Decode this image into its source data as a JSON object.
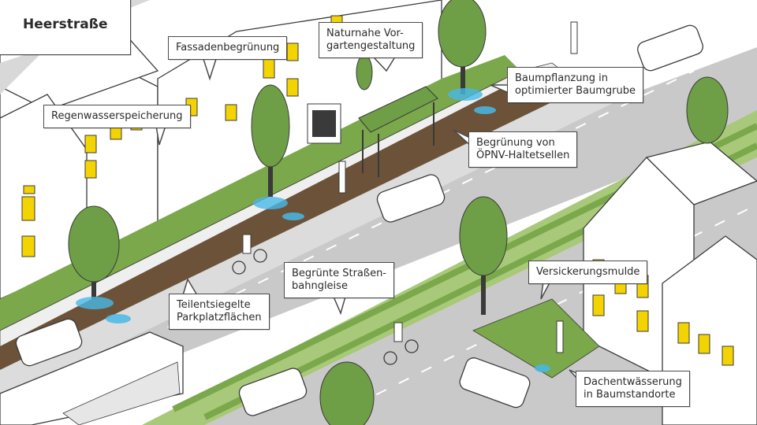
{
  "title": "Heerstraße",
  "colors": {
    "road": "#c9c9c9",
    "road_dark": "#b5b5b5",
    "sidewalk": "#efefef",
    "grass": "#7aa84a",
    "tree": "#6e9e45",
    "tree_dark": "#4f7c33",
    "soil": "#6b5238",
    "water": "#48b8e6",
    "window": "#f4d400",
    "building": "#ffffff",
    "outline": "#3a3a3a",
    "roof_grey": "#d8d8d8"
  },
  "callouts": [
    {
      "id": "fassadenbegruenung",
      "lines": [
        "Fassadenbegrünung"
      ]
    },
    {
      "id": "regenwasserspeicherung",
      "lines": [
        "Regenwasserspeicherung"
      ]
    },
    {
      "id": "vorgartengestaltung",
      "lines": [
        "Naturnahe Vor-",
        "gartengestaltung"
      ]
    },
    {
      "id": "baumpflanzung",
      "lines": [
        "Baumpflanzung in",
        "optimierter Baumgrube"
      ]
    },
    {
      "id": "oepnv",
      "lines": [
        "Begrünung von",
        "ÖPNV-Haltetsellen"
      ]
    },
    {
      "id": "strassenbahn",
      "lines": [
        "Begrünte Straßen-",
        "bahngleise"
      ]
    },
    {
      "id": "parkplatz",
      "lines": [
        "Teilentsiegelte",
        "Parkplatzflächen"
      ]
    },
    {
      "id": "versickerung",
      "lines": [
        "Versickerungsmulde"
      ]
    },
    {
      "id": "dachentwaesserung",
      "lines": [
        "Dachentwässerung",
        "in Baumstandorte"
      ]
    }
  ]
}
